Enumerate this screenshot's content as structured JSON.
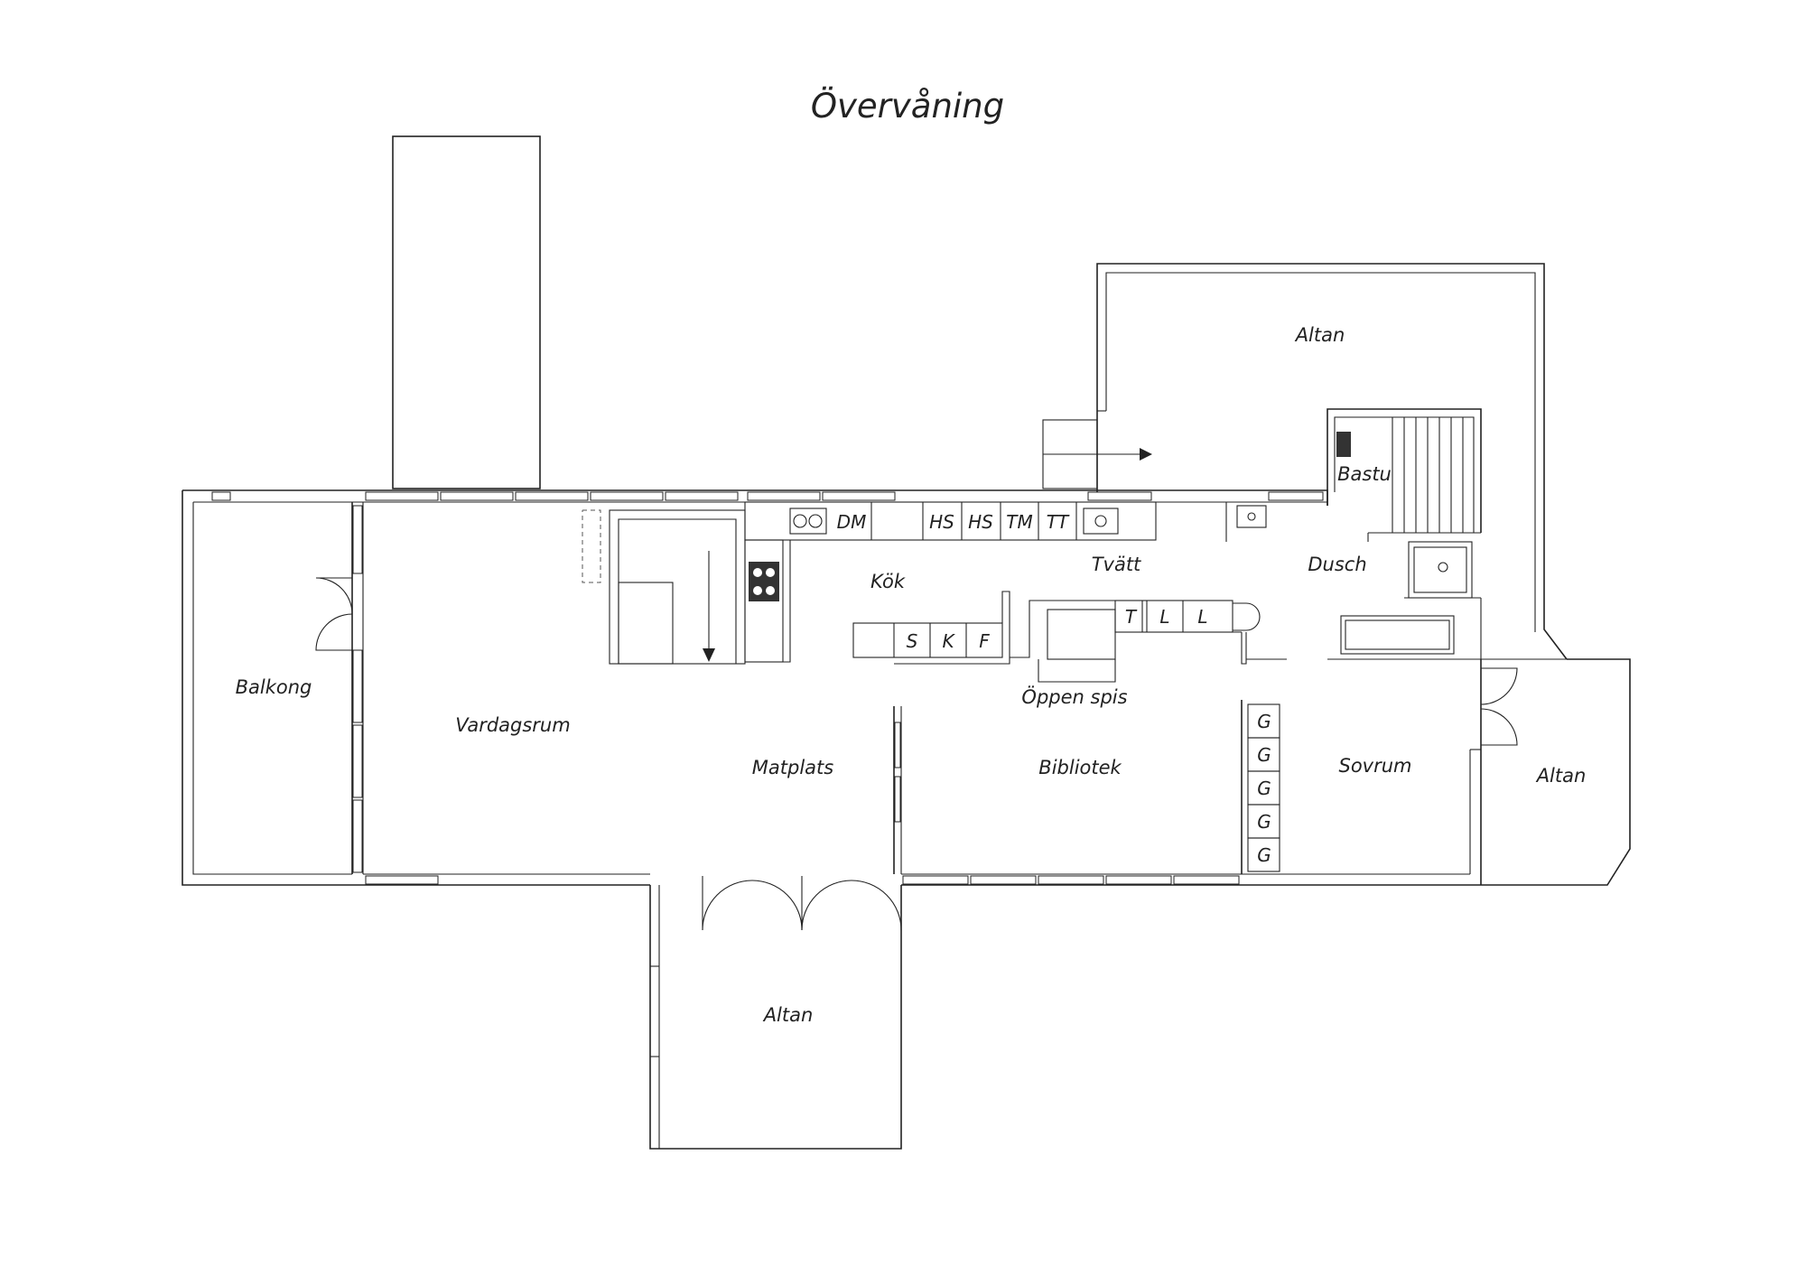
{
  "title": "Övervåning",
  "rooms": {
    "altan_top": "Altan",
    "bastu": "Bastu",
    "dusch": "Dusch",
    "tvatt": "Tvätt",
    "kok": "Kök",
    "balkong": "Balkong",
    "vardagsrum": "Vardagsrum",
    "matplats": "Matplats",
    "oppen_spis": "Öppen spis",
    "bibliotek": "Bibliotek",
    "sovrum": "Sovrum",
    "altan_right": "Altan",
    "altan_bottom": "Altan"
  },
  "appliances": {
    "dm": "DM",
    "hs1": "HS",
    "hs2": "HS",
    "tm": "TM",
    "tt": "TT",
    "s": "S",
    "k": "K",
    "f": "F",
    "t": "T",
    "l1": "L",
    "l2": "L"
  },
  "wardrobes": [
    "G",
    "G",
    "G",
    "G",
    "G"
  ]
}
